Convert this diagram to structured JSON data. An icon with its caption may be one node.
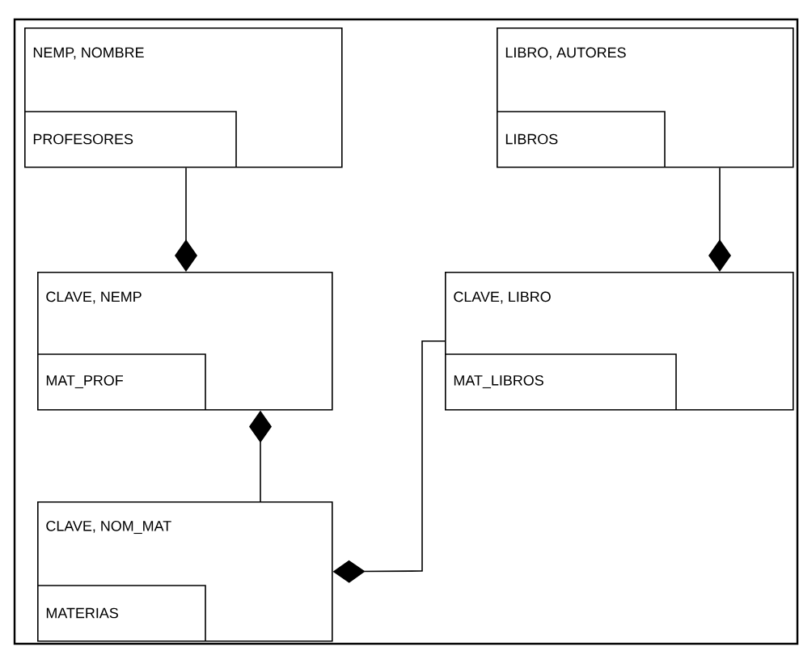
{
  "diagram": {
    "nodes": [
      {
        "text": [
          "NEMP, NOMBRE",
          "PROFESORES"
        ]
      },
      {
        "text": [
          "LIBRO, AUTORES",
          "LIBROS"
        ]
      },
      {
        "text": [
          "CLAVE, NEMP",
          "MAT_PROF"
        ]
      },
      {
        "text": [
          "CLAVE, LIBRO",
          "MAT_LIBROS"
        ]
      },
      {
        "text": [
          "CLAVE, NOM_MAT",
          "MATERIAS"
        ]
      }
    ],
    "edges": [
      {
        "from": 0,
        "to": 2,
        "arrow": "other"
      },
      {
        "from": 1,
        "to": 3,
        "arrow": "other"
      },
      {
        "from": 4,
        "to": 2,
        "arrow": "other"
      },
      {
        "from": 3,
        "to": 4,
        "arrow": "other"
      }
    ]
  }
}
